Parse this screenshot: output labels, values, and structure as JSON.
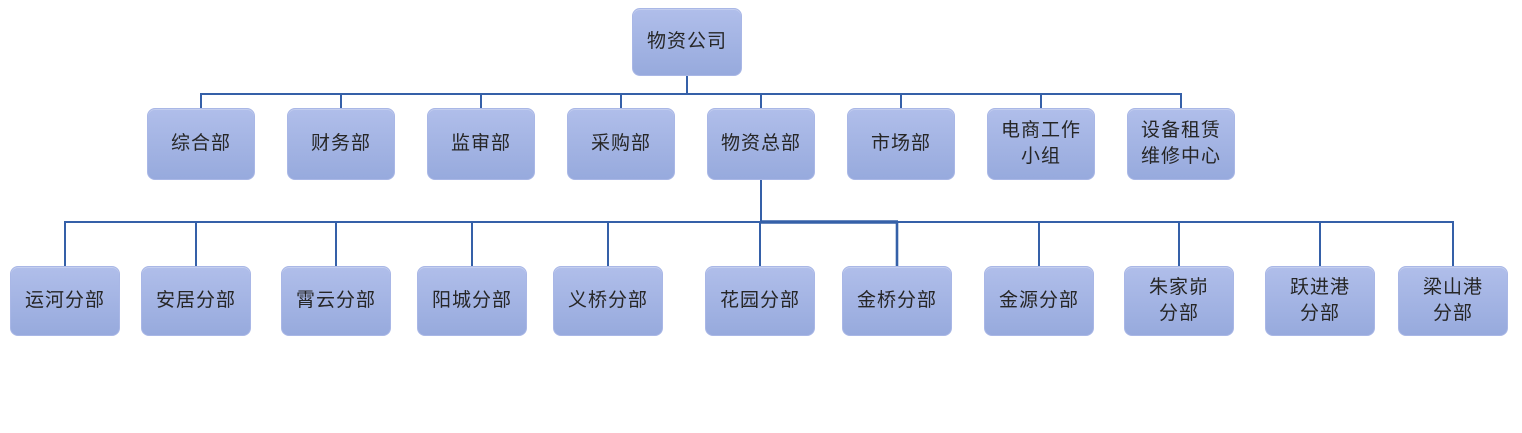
{
  "org_chart": {
    "root": {
      "label": "物资公司"
    },
    "departments": [
      {
        "label": "综合部"
      },
      {
        "label": "财务部"
      },
      {
        "label": "监审部"
      },
      {
        "label": "采购部"
      },
      {
        "label": "物资总部"
      },
      {
        "label": "市场部"
      },
      {
        "label": "电商工作\n小组"
      },
      {
        "label": "设备租赁\n维修中心"
      }
    ],
    "branches_parent": "物资总部",
    "branches": [
      {
        "label": "运河分部"
      },
      {
        "label": "安居分部"
      },
      {
        "label": "霄云分部"
      },
      {
        "label": "阳城分部"
      },
      {
        "label": "义桥分部"
      },
      {
        "label": "花园分部"
      },
      {
        "label": "金桥分部"
      },
      {
        "label": "金源分部"
      },
      {
        "label": "朱家峁\n分部"
      },
      {
        "label": "跃进港\n分部"
      },
      {
        "label": "梁山港\n分部"
      }
    ],
    "colors": {
      "connector": "#3560a8",
      "node_fill_top": "#b0beea",
      "node_fill_bottom": "#97aadd",
      "node_border": "#a9b7e6",
      "text": "#262626",
      "background": "#ffffff"
    }
  }
}
